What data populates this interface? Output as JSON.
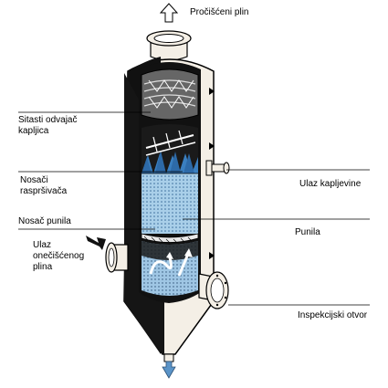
{
  "labels": {
    "gas_out": "Pročišćeni plin",
    "mist_eliminator": "Sitasti odvajač kapljica",
    "spray_supports": "Nosači raspršivača",
    "liquid_inlet": "Ulaz kapljevine",
    "packing": "Punila",
    "packing_support": "Nosač punila",
    "gas_inlet": "Ulaz onečišćenog plina",
    "inspection_port": "Inspekcijski otvor"
  },
  "colors": {
    "outline": "#000000",
    "shell_shadow": "#111111",
    "shell_light": "#f4efe6",
    "mist_pad": "#555555",
    "spray_blue": "#3a7fc0",
    "packing_blue": "#a9cfe9",
    "lower_blue": "#9fc6e4",
    "arrow_white": "#ffffff",
    "outlet_blue": "#5b94c8"
  },
  "icons": [
    "up-arrow-icon",
    "down-arrow-icon",
    "inlet-arrow-icon"
  ]
}
